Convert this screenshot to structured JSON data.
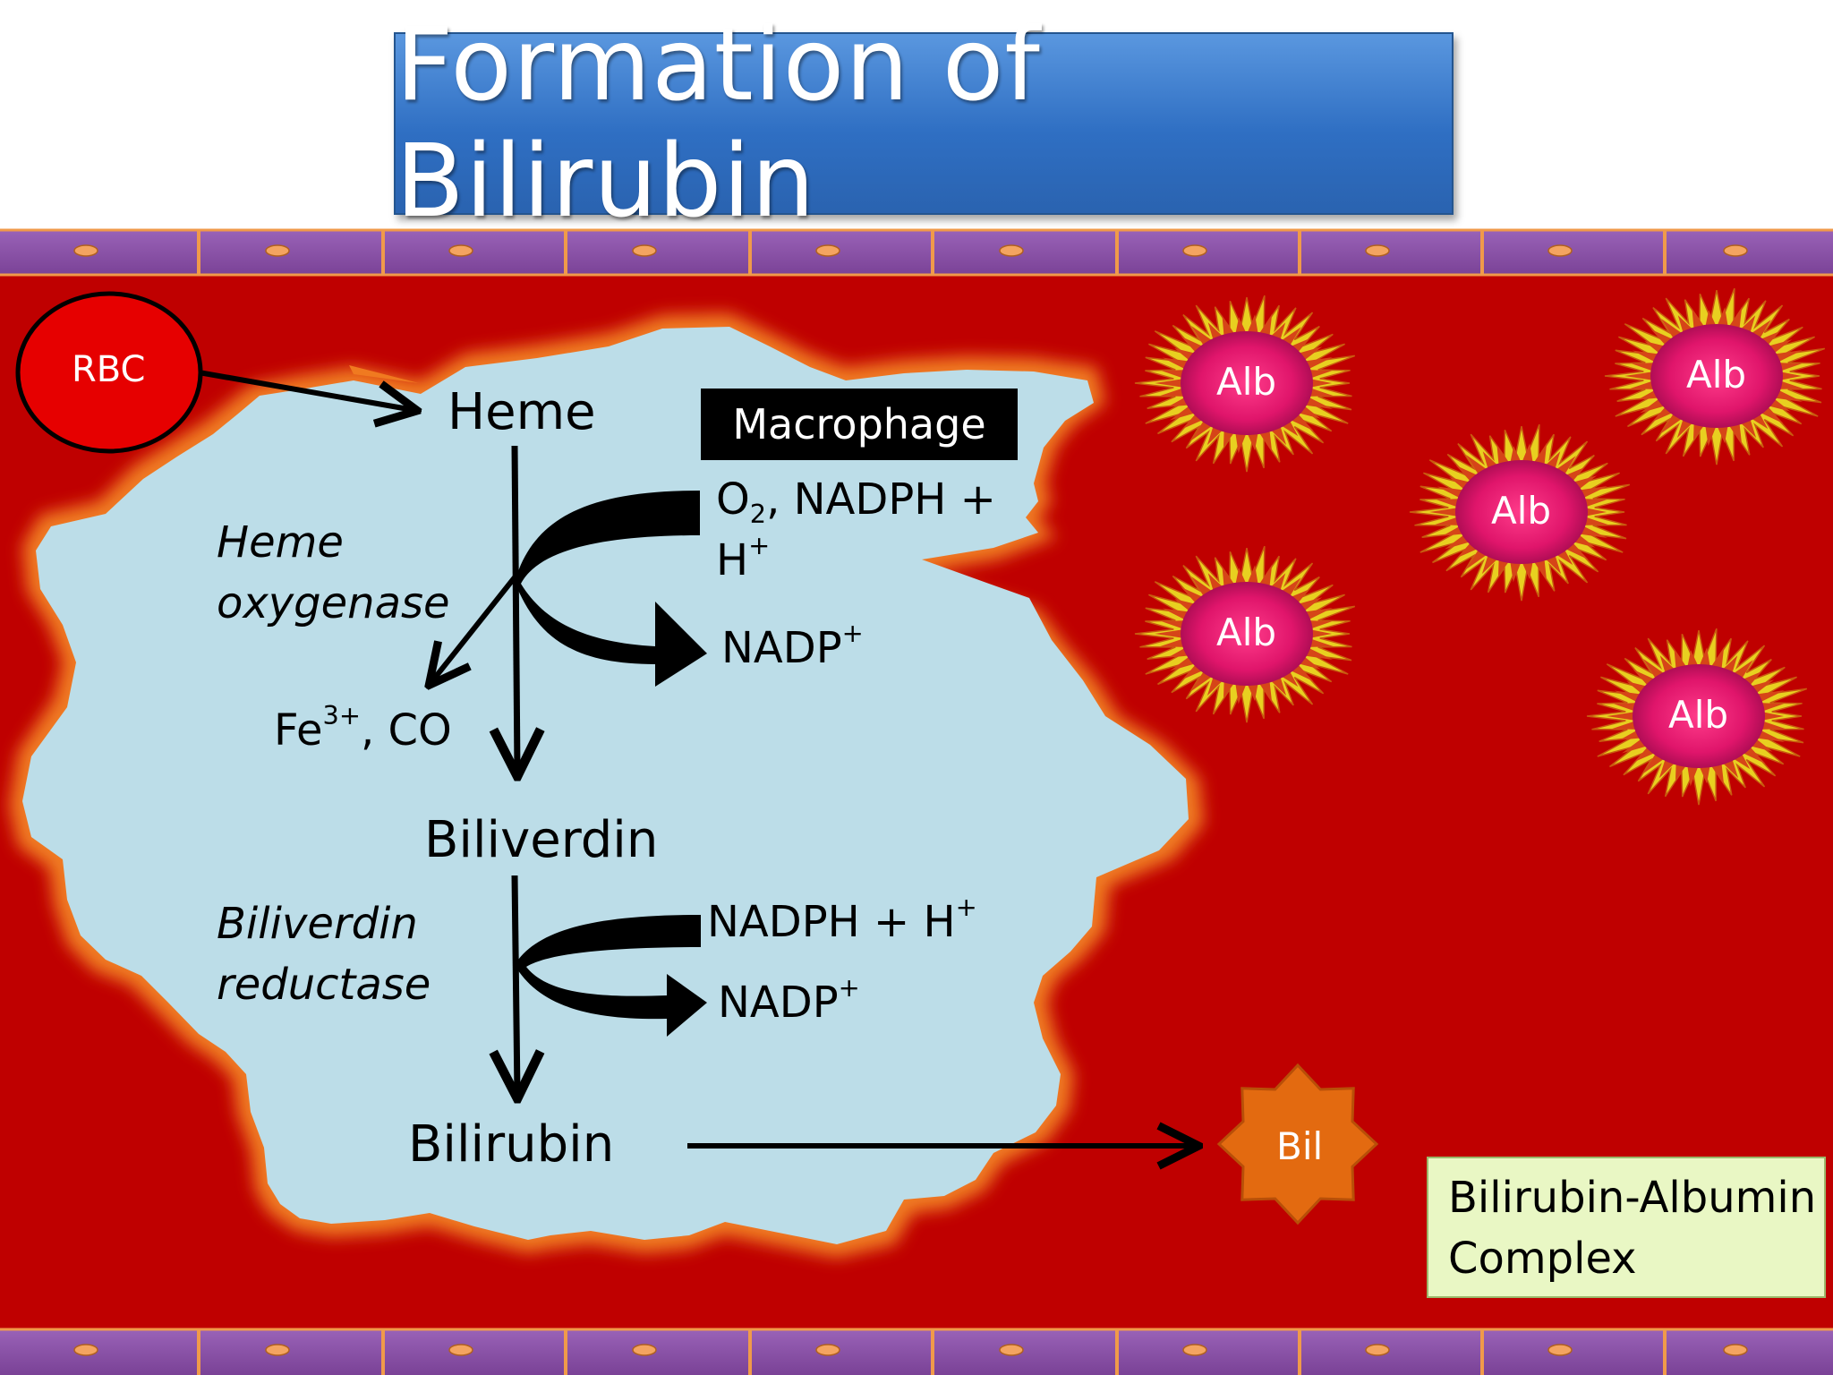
{
  "title": "Formation of Bilirubin",
  "colors": {
    "vessel_lumen": "#bf0000",
    "vessel_wall": "#8a52a8",
    "macrophage": "#bcdde8",
    "albumin": "#e0156b",
    "bilirubin_star": "#e36a10",
    "title_box": "#3a7bd0",
    "complex_box": "#e9f7c4"
  },
  "labels": {
    "rbc": "RBC",
    "heme": "Heme",
    "macrophage": "Macrophage",
    "heme_oxygenase_line1": "Heme",
    "heme_oxygenase_line2": "oxygenase",
    "o2_nadph_o": "O",
    "o2_nadph_sub": "2",
    "o2_nadph_rest": ", NADPH +",
    "h_plus_base": "H",
    "h_plus_sup": "+",
    "nadp1_base": "NADP",
    "nadp1_sup": "+",
    "fe_base": "Fe",
    "fe_sup": "3+",
    "fe_rest": ", CO",
    "biliverdin": "Biliverdin",
    "biliverdin_reductase_line1": "Biliverdin",
    "biliverdin_reductase_line2": "reductase",
    "nadph2_base": "NADPH + H",
    "nadph2_sup": "+",
    "nadp2_base": "NADP",
    "nadp2_sup": "+",
    "bilirubin": "Bilirubin",
    "bil": "Bil",
    "complex_line1": "Bilirubin-Albumin",
    "complex_line2": "Complex"
  },
  "albumin": [
    {
      "label": "Alb"
    },
    {
      "label": "Alb"
    },
    {
      "label": "Alb"
    },
    {
      "label": "Alb"
    },
    {
      "label": "Alb"
    }
  ]
}
